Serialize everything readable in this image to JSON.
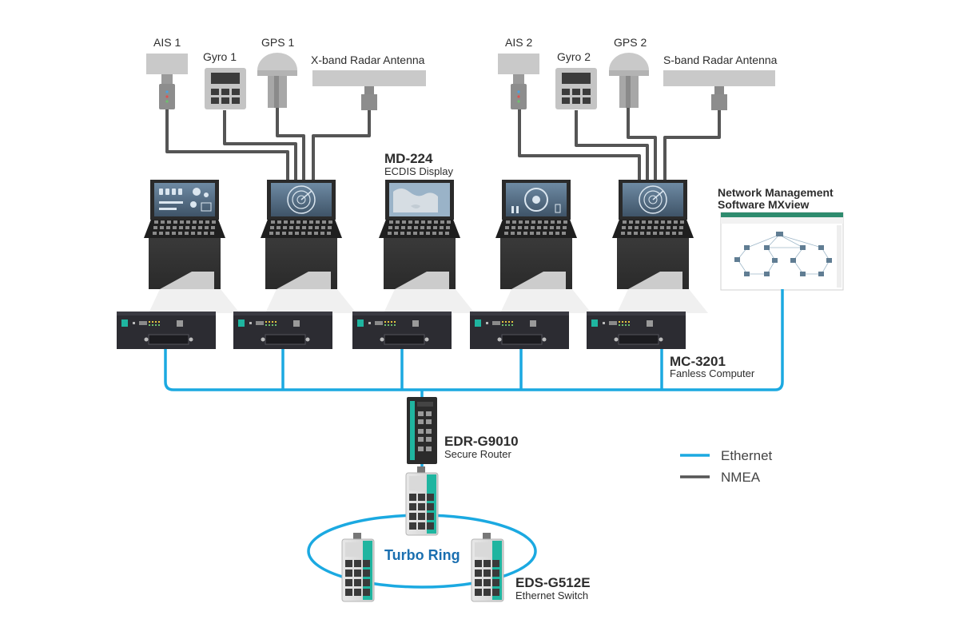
{
  "sensors": {
    "ais1": "AIS 1",
    "gyro1": "Gyro 1",
    "gps1": "GPS 1",
    "xband": "X-band Radar Antenna",
    "ais2": "AIS 2",
    "gyro2": "Gyro 2",
    "gps2": "GPS 2",
    "sband": "S-band Radar Antenna"
  },
  "display": {
    "model": "MD-224",
    "desc": "ECDIS Display"
  },
  "nms": {
    "line1": "Network Management",
    "line2": "Software MXview"
  },
  "computer": {
    "model": "MC-3201",
    "desc": "Fanless Computer"
  },
  "router": {
    "model": "EDR-G9010",
    "desc": "Secure Router"
  },
  "switch": {
    "model": "EDS-G512E",
    "desc": "Ethernet Switch"
  },
  "ring": {
    "label": "Turbo Ring"
  },
  "legend": {
    "ethernet": "Ethernet",
    "nmea": "NMEA"
  },
  "colors": {
    "ethernet": "#1ba9e1",
    "nmea": "#555555",
    "ring_text": "#1a6fb0",
    "accent_teal": "#1fb5a0"
  }
}
